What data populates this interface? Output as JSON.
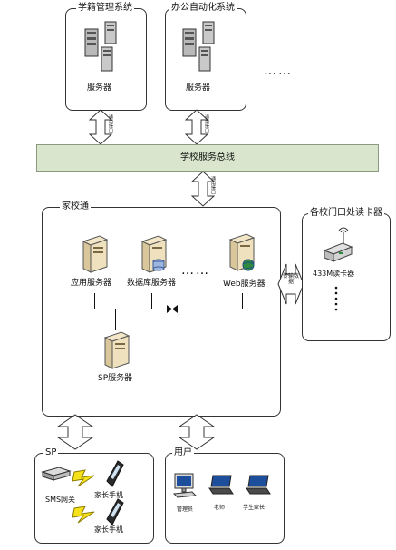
{
  "top_systems": [
    {
      "title": "学籍管理系统",
      "server_label": "服务器"
    },
    {
      "title": "办公自动化系统",
      "server_label": "服务器"
    }
  ],
  "top_more": "……",
  "arrow_labels": {
    "top_left": "通用接口",
    "top_right": "通用接口",
    "middle": "通用接口"
  },
  "bus_label": "学校服务总线",
  "home_school": {
    "title": "家校通",
    "servers": [
      {
        "label": "应用服务器"
      },
      {
        "label": "数据库服务器"
      },
      {
        "label": "Web服务器"
      }
    ],
    "sp_server_label": "SP服务器",
    "dots": "……"
  },
  "side_link_label": "传输数据",
  "readers": {
    "title": "各校门口处读卡器",
    "reader_label": "433M读卡器"
  },
  "sp_box": {
    "title": "SP",
    "gateway_label": "SMS网关",
    "phone1_label": "家长手机",
    "phone2_label": "家长手机"
  },
  "users_box": {
    "title": "用户",
    "items": [
      {
        "label": "管理员"
      },
      {
        "label": "老师"
      },
      {
        "label": "学生家长"
      }
    ]
  }
}
